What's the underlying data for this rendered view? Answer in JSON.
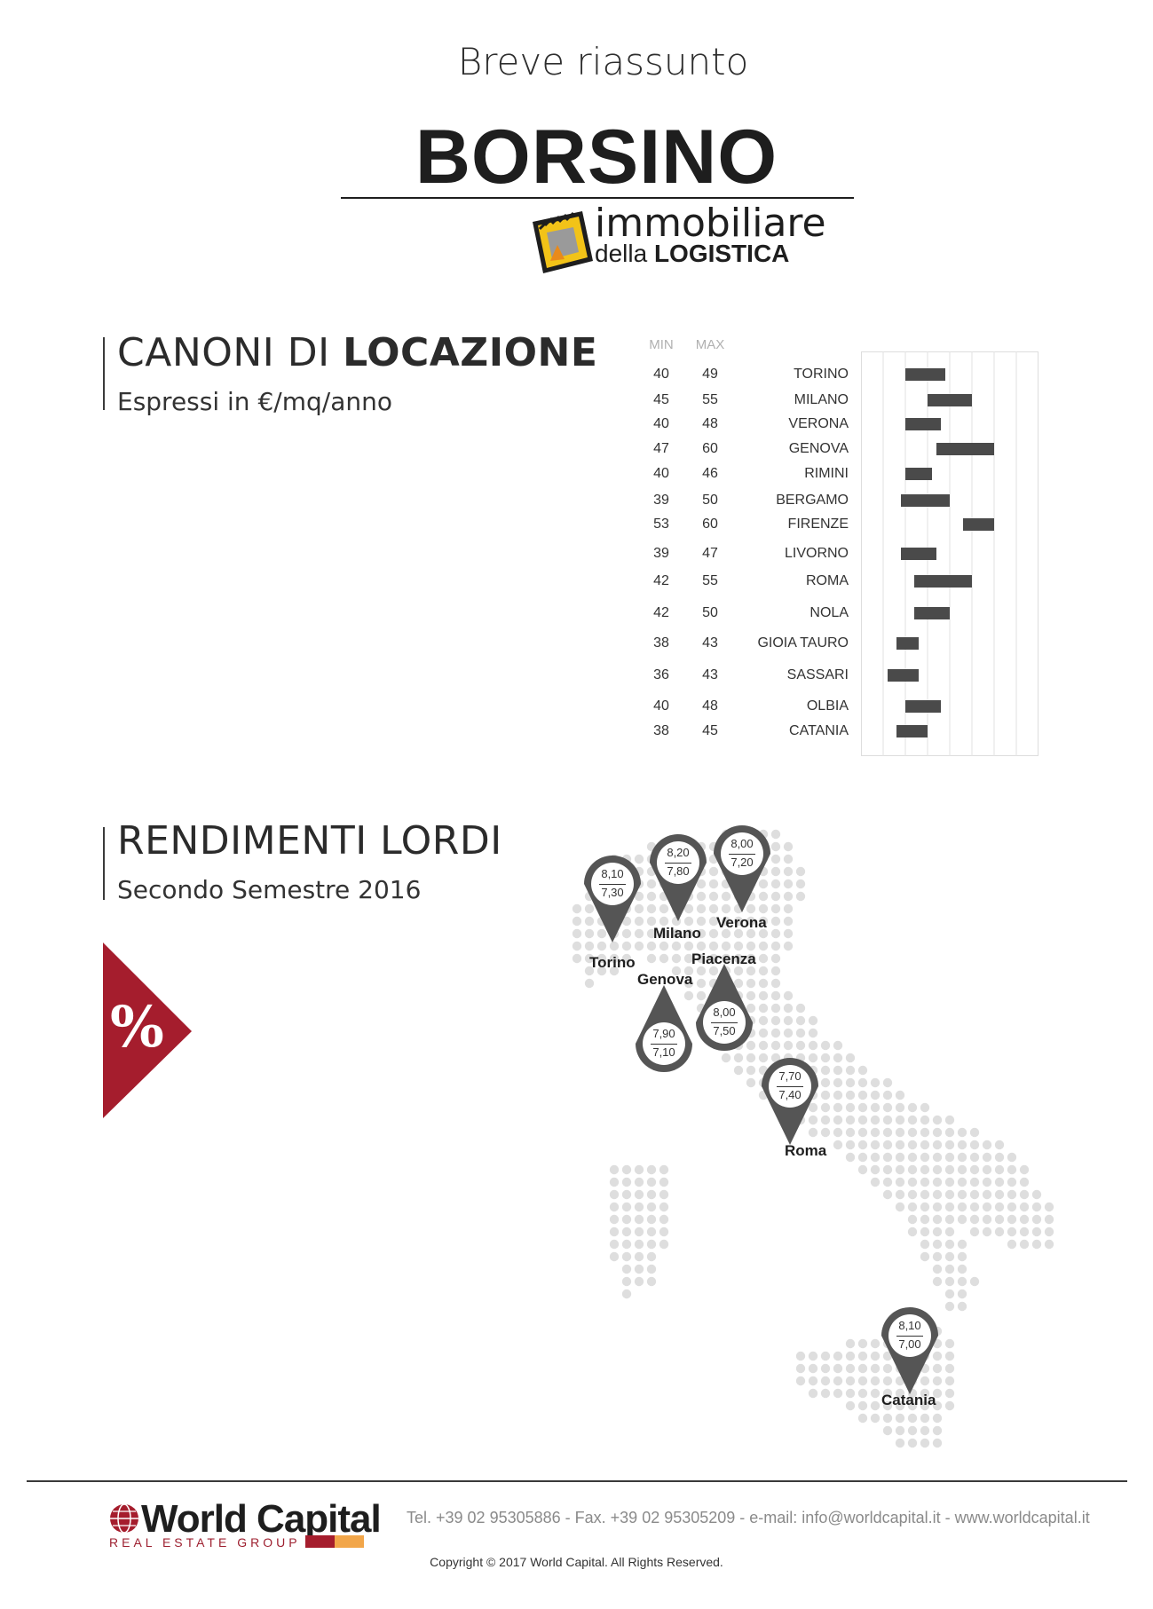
{
  "header": {
    "subtitle": "Breve riassunto",
    "logo_title": "BORSINO",
    "logo_line1": "immobiliare",
    "logo_line2a": "della ",
    "logo_line2b": "LOGISTICA"
  },
  "rents": {
    "title_light": "CANONI DI ",
    "title_bold": "LOCAZIONE",
    "subtitle": "Espressi in €/mq/anno",
    "col_min": "MIN",
    "col_max": "MAX",
    "bar_color": "#4a4a4a",
    "rows": [
      {
        "min": "40",
        "max": "49",
        "city": "TORINO"
      },
      {
        "min": "45",
        "max": "55",
        "city": "MILANO"
      },
      {
        "min": "40",
        "max": "48",
        "city": "VERONA"
      },
      {
        "min": "47",
        "max": "60",
        "city": "GENOVA"
      },
      {
        "min": "40",
        "max": "46",
        "city": "RIMINI"
      },
      {
        "min": "39",
        "max": "50",
        "city": "BERGAMO"
      },
      {
        "min": "53",
        "max": "60",
        "city": "FIRENZE"
      },
      {
        "min": "39",
        "max": "47",
        "city": "LIVORNO"
      },
      {
        "min": "42",
        "max": "55",
        "city": "ROMA"
      },
      {
        "min": "42",
        "max": "50",
        "city": "NOLA"
      },
      {
        "min": "38",
        "max": "43",
        "city": "GIOIA TAURO"
      },
      {
        "min": "36",
        "max": "43",
        "city": "SASSARI"
      },
      {
        "min": "40",
        "max": "48",
        "city": "OLBIA"
      },
      {
        "min": "38",
        "max": "45",
        "city": "CATANIA"
      }
    ]
  },
  "yields": {
    "title": "RENDIMENTI LORDI",
    "subtitle": "Secondo Semestre 2016",
    "percent_symbol": "%",
    "accent_color": "#a51d2d",
    "pin_color": "#555555",
    "pins": [
      {
        "city": "Torino",
        "top": "8,10",
        "bottom": "7,30"
      },
      {
        "city": "Milano",
        "top": "8,20",
        "bottom": "7,80"
      },
      {
        "city": "Verona",
        "top": "8,00",
        "bottom": "7,20"
      },
      {
        "city": "Genova",
        "top": "7,90",
        "bottom": "7,10"
      },
      {
        "city": "Piacenza",
        "top": "8,00",
        "bottom": "7,50"
      },
      {
        "city": "Roma",
        "top": "7,70",
        "bottom": "7,40"
      },
      {
        "city": "Catania",
        "top": "8,10",
        "bottom": "7,00"
      }
    ]
  },
  "footer": {
    "brand": "World Capital",
    "brand_sub": "REAL ESTATE GROUP",
    "contact": "Tel. +39 02 95305886 - Fax.  +39 02 95305209 - e-mail: info@worldcapital.it - www.worldcapital.it",
    "copyright": "Copyright © 2017 World Capital. All Rights Reserved."
  }
}
